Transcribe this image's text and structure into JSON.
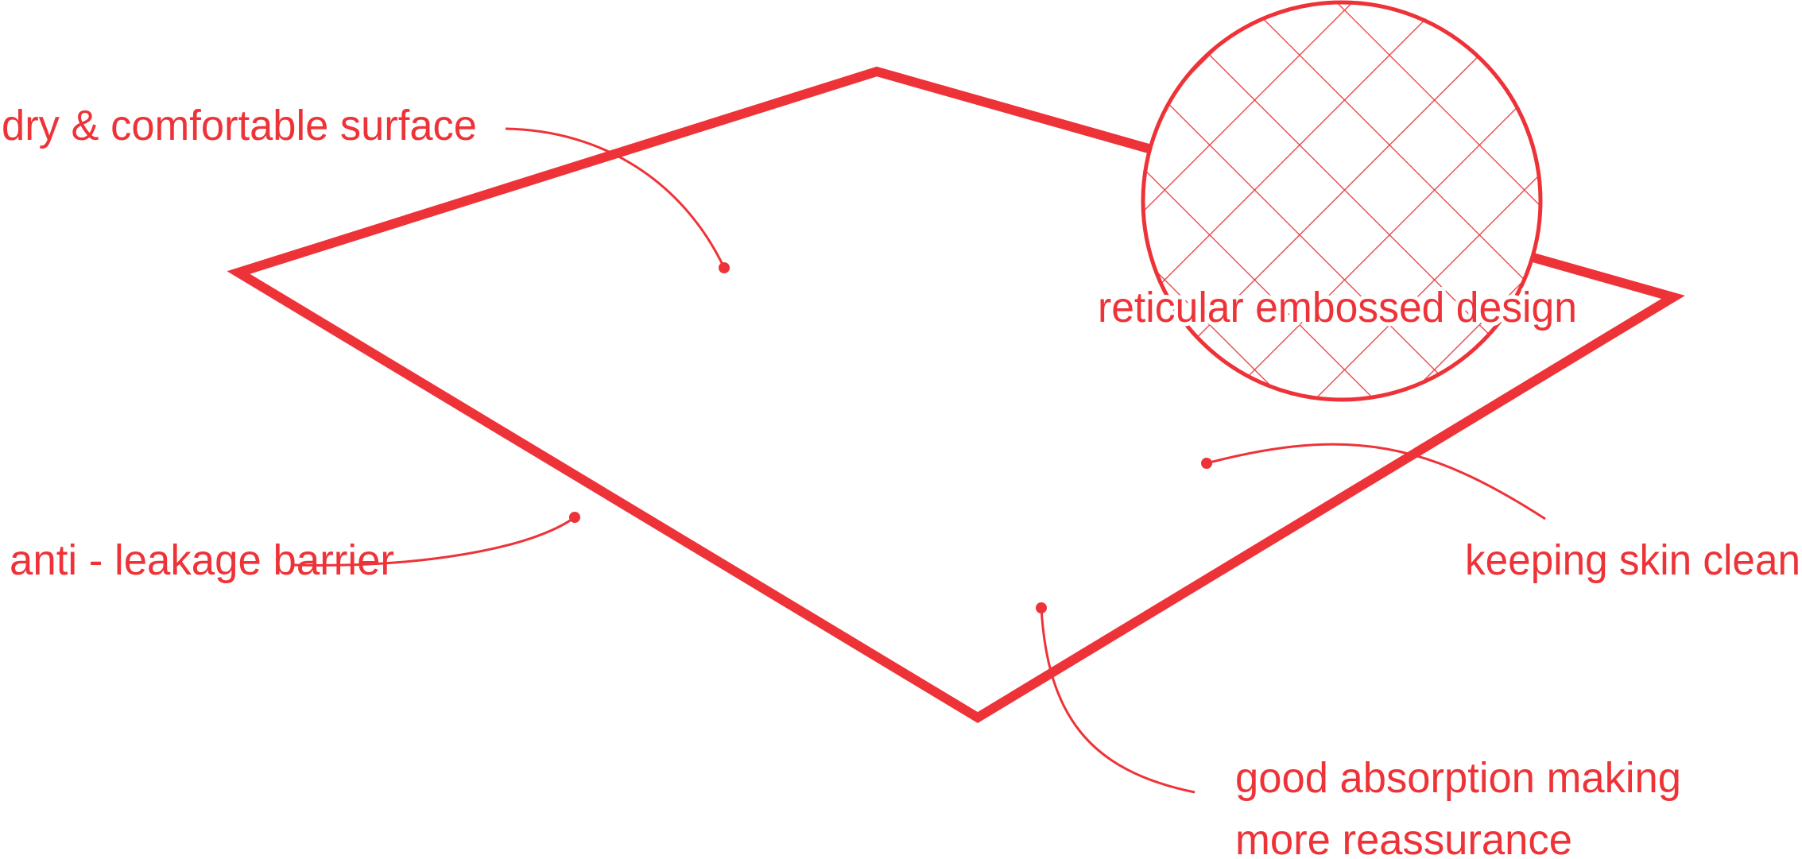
{
  "colors": {
    "accent": "#ee3338",
    "background": "#ffffff"
  },
  "labels": {
    "dry_surface": "dry & comfortable surface",
    "reticular": "reticular embossed design",
    "anti_leakage": "anti - leakage barrier",
    "keeping_clean": "keeping skin clean",
    "absorption_line1": "good absorption making",
    "absorption_line2": "more reassurance"
  }
}
